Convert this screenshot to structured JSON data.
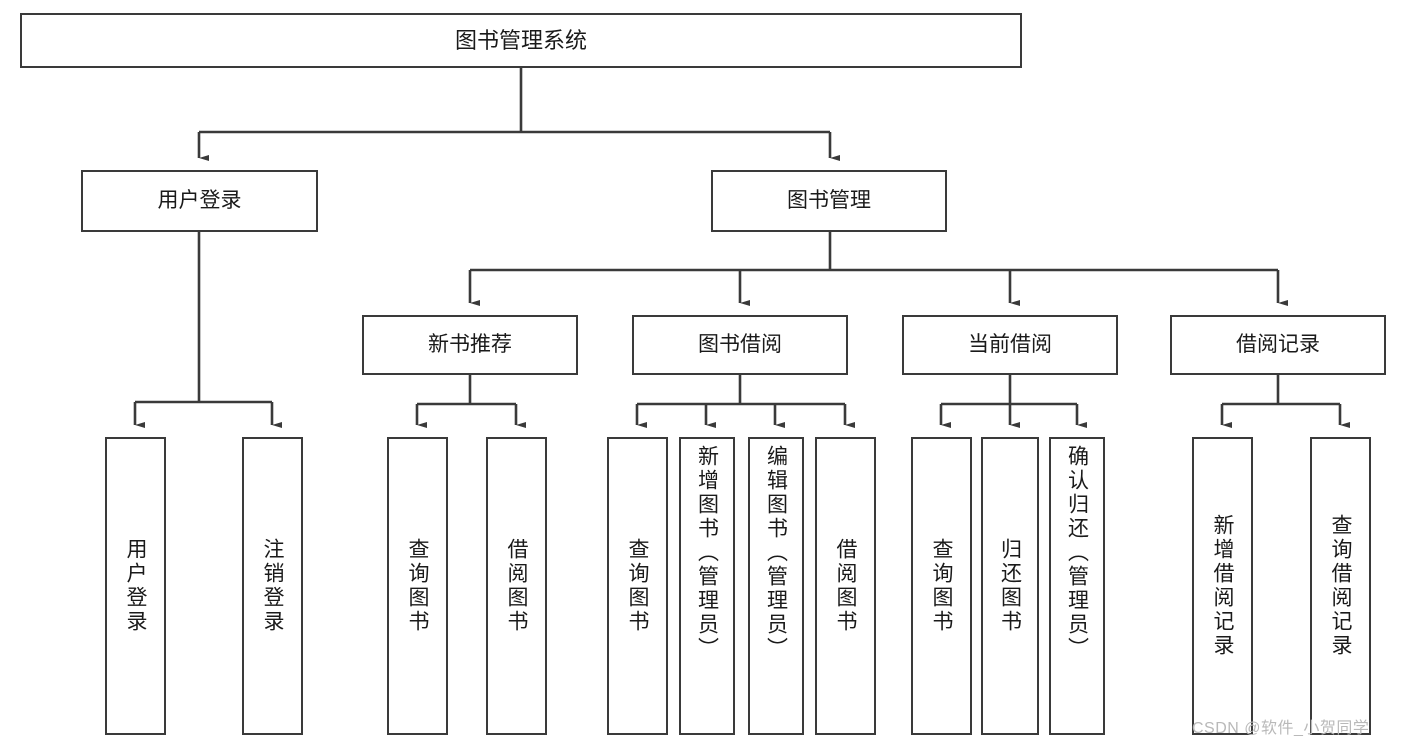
{
  "diagram": {
    "type": "tree-hierarchy",
    "title": "图书管理系统",
    "watermark": "CSDN @软件_小贺同学",
    "palette": {
      "background": "#ffffff",
      "box_border": "#3a3a3a",
      "box_fill": "#ffffff",
      "text": "#1a1a1a",
      "connector": "#3a3a3a",
      "watermark": "#b9b9b9"
    },
    "nodes": {
      "root": {
        "label": "图书管理系统"
      },
      "level2": [
        {
          "label": "用户登录"
        },
        {
          "label": "图书管理"
        }
      ],
      "level3": [
        {
          "label": "新书推荐"
        },
        {
          "label": "图书借阅"
        },
        {
          "label": "当前借阅"
        },
        {
          "label": "借阅记录"
        }
      ],
      "leaves": {
        "user_login": [
          {
            "label": "用户登录"
          },
          {
            "label": "注销登录"
          }
        ],
        "new_book_recommend": [
          {
            "label": "查询图书"
          },
          {
            "label": "借阅图书"
          }
        ],
        "book_borrow": [
          {
            "label": "查询图书"
          },
          {
            "label": "新增图书（管理员）"
          },
          {
            "label": "编辑图书（管理员）"
          },
          {
            "label": "借阅图书"
          }
        ],
        "current_borrow": [
          {
            "label": "查询图书"
          },
          {
            "label": "归还图书"
          },
          {
            "label": "确认归还（管理员）"
          }
        ],
        "borrow_record": [
          {
            "label": "新增借阅记录"
          },
          {
            "label": "查询借阅记录"
          }
        ]
      }
    }
  }
}
